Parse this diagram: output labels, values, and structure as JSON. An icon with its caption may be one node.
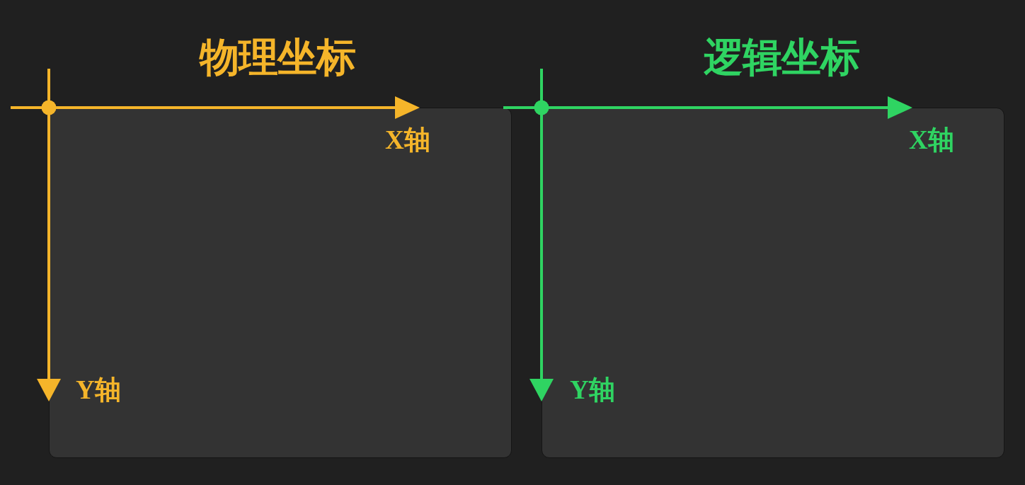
{
  "diagram": {
    "nodes": [
      {
        "text": [
          "物理坐标"
        ]
      },
      {
        "text": [
          "逻辑坐标"
        ]
      }
    ],
    "labels": [
      "X轴",
      "Y轴",
      "X轴",
      "Y轴"
    ]
  }
}
